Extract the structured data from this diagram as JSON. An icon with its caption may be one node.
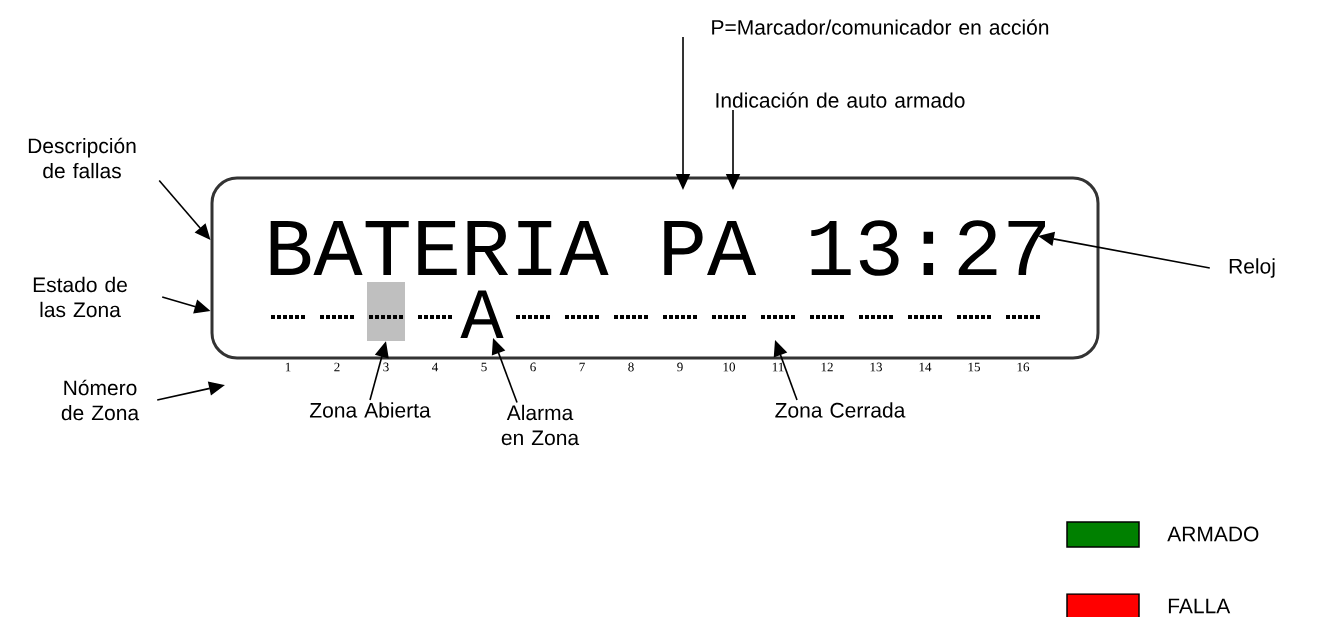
{
  "diagram": {
    "nodes": [
      {
        "text": [
          "P=Marcador/comunicador en acción"
        ]
      },
      {
        "text": [
          "Indicación de auto armado"
        ]
      },
      {
        "text": [
          "Descripción de fallas"
        ]
      },
      {
        "text": [
          "Reloj"
        ]
      },
      {
        "text": [
          "Estado de las Zona"
        ]
      },
      {
        "text": [
          "Nómero de Zona"
        ]
      },
      {
        "text": [
          "Zona Abierta"
        ]
      },
      {
        "text": [
          "Alarma en Zona"
        ]
      },
      {
        "text": [
          "Zona Cerrada"
        ]
      },
      {
        "text": [
          "BATERIA PA 13:27"
        ]
      },
      {
        "text": [],
        "shape": "box",
        "in": 9
      }
    ],
    "edges": [
      {
        "from": 0,
        "to": 9,
        "arrow": "to"
      },
      {
        "from": 1,
        "to": 9,
        "arrow": "to"
      },
      {
        "from": 2,
        "to": 9,
        "arrow": "to"
      },
      {
        "from": 3,
        "to": null,
        "arrow": "to"
      },
      {
        "from": 4,
        "to": 9,
        "arrow": "to"
      },
      {
        "from": 5,
        "to": null,
        "arrow": "to"
      },
      {
        "from": 6,
        "to": 10,
        "arrow": "to"
      },
      {
        "from": 7,
        "to": 9,
        "arrow": "to"
      },
      {
        "from": 8,
        "to": 9,
        "arrow": "to"
      }
    ],
    "labels": [
      "A",
      "1",
      "2",
      "3",
      "4",
      "5",
      "6",
      "7",
      "8",
      "9",
      "10",
      "11",
      "12",
      "13",
      "14",
      "15",
      "16"
    ],
    "legend": [
      {
        "text": "ARMADO",
        "color": "#008000"
      },
      {
        "text": "FALLA",
        "color": "#ff0000"
      }
    ]
  }
}
